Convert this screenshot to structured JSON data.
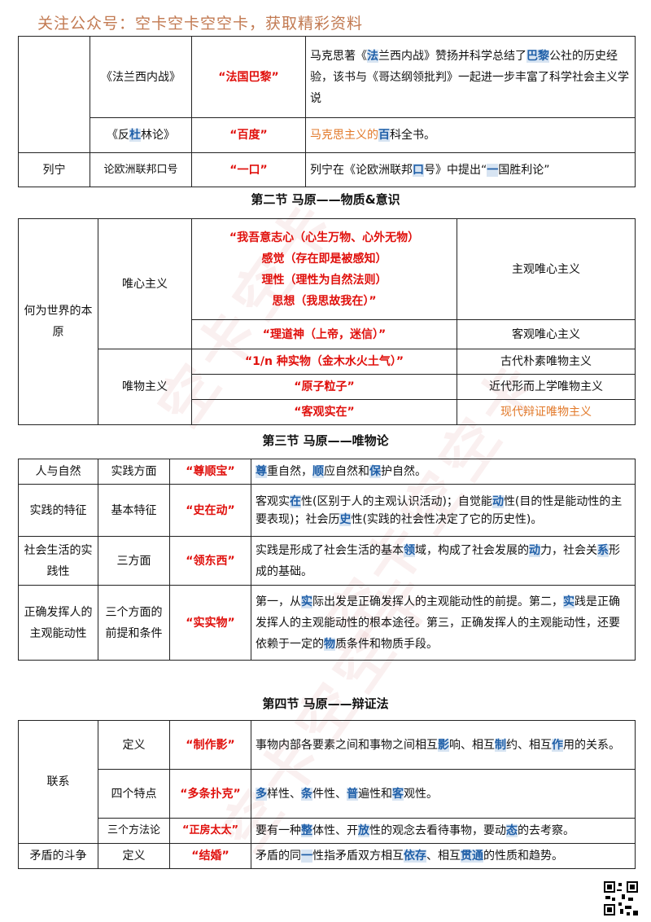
{
  "header": {
    "watermark_text": "关注公众号：空卡空卡空空卡，获取精彩资料"
  },
  "table1": {
    "rows": [
      {
        "book": "《法兰西内战》",
        "mnemonic": "“法国巴黎”",
        "desc_parts": [
          "马克思著《",
          "法",
          "兰西内战》赞扬并科学总结了",
          "巴黎",
          "公社的历史经验，该书与《哥达纲领批判》一起进一步丰富了科学社会主义学说"
        ]
      },
      {
        "book_parts": [
          "《反",
          "杜",
          "林论》"
        ],
        "mnemonic": "“百度”",
        "desc_parts": [
          "马克思主义的",
          "百",
          "科全书。"
        ]
      },
      {
        "person": "列宁",
        "book": "论欧洲联邦口号",
        "mnemonic": "“一口”",
        "desc_parts": [
          "列宁在《论欧洲联邦",
          "口",
          "号》中提出“",
          "一",
          "国胜利论”"
        ]
      }
    ]
  },
  "section2": {
    "title": "第二节  马原——物质&意识",
    "label": "何为世界的本原",
    "idealism": "唯心主义",
    "idealism_lines": [
      "“我吾意志心（心生万物、心外无物）",
      "感觉（存在即是被感知）",
      "理性（理性为自然法则）",
      "思想（我思故我在）”"
    ],
    "subjective": "主观唯心主义",
    "objective_mn": "“理道神（上帝，迷信）”",
    "objective": "客观唯心主义",
    "materialism": "唯物主义",
    "mat_rows": [
      {
        "mn": "“1/n 种实物（金木水火土气）”",
        "type": "古代朴素唯物主义"
      },
      {
        "mn": "“原子粒子”",
        "type": "近代形而上学唯物主义"
      },
      {
        "mn": "“客观实在”",
        "type": "现代辩证唯物主义"
      }
    ]
  },
  "section3": {
    "title": "第三节  马原——唯物论",
    "rows": [
      {
        "topic": "人与自然",
        "aspect": "实践方面",
        "mn": "“尊顺宝”",
        "desc_parts": [
          "",
          "尊",
          "重自然，",
          "顺",
          "应自然和",
          "保",
          "护自然。"
        ]
      },
      {
        "topic": "实践的特征",
        "aspect": "基本特征",
        "mn": "“史在动”",
        "desc_parts": [
          "客观实",
          "在",
          "性(区别于人的主观认识活动)；自觉能",
          "动",
          "性(目的性是能动性的主要表现)；社会历",
          "史",
          "性(实践的社会性决定了它的历史性)。"
        ]
      },
      {
        "topic": "社会生活的实践性",
        "aspect": "三方面",
        "mn": "“领东西”",
        "desc_parts": [
          "实践是形成了社会生活的基本",
          "领",
          "域，构成了社会发展的",
          "动",
          "力，社会关",
          "系",
          "形成的基础。"
        ]
      },
      {
        "topic": "正确发挥人的主观能动性",
        "aspect": "三个方面的前提和条件",
        "mn": "“实实物”",
        "desc_parts": [
          "第一，从",
          "实",
          "际出发是正确发挥人的主观能动性的前提。第二，",
          "实",
          "践是正确发挥人的主观能动性的根本途径。第三，正确发挥人的主观能动性，还要依赖于一定的",
          "物",
          "质条件和物质手段。"
        ]
      }
    ]
  },
  "section4": {
    "title": "第四节  马原——辩证法",
    "link": "联系",
    "rows": [
      {
        "aspect": "定义",
        "mn": "“制作影”",
        "desc_parts": [
          "事物内部各要素之间和事物之间相互",
          "影",
          "响、相互",
          "制",
          "约、相互",
          "作",
          "用的关系。"
        ]
      },
      {
        "aspect": "四个特点",
        "mn": "“多条扑克”",
        "desc_parts": [
          "",
          "多",
          "样性、",
          "条",
          "件性、",
          "普",
          "遍性和",
          "客",
          "观性。"
        ]
      },
      {
        "aspect": "三个方法论",
        "mn": "“正房太太”",
        "desc_parts": [
          "要有一种",
          "整",
          "体性、开",
          "放",
          "性的观念去看待事物，要动",
          "态",
          "的去考察。"
        ]
      }
    ],
    "contradiction": {
      "topic": "矛盾的斗争",
      "aspect": "定义",
      "mn": "“结婚”",
      "desc_parts": [
        "矛盾的同",
        "一",
        "性指矛盾双方相互",
        "依存",
        "、相互",
        "贯通",
        "的性质和趋势。"
      ]
    }
  },
  "colors": {
    "red": "#e0100c",
    "orange": "#e27a2b",
    "highlight_bg": "#d7e4f2",
    "highlight_text": "#1f5fa8",
    "watermark": "#c27a52"
  }
}
